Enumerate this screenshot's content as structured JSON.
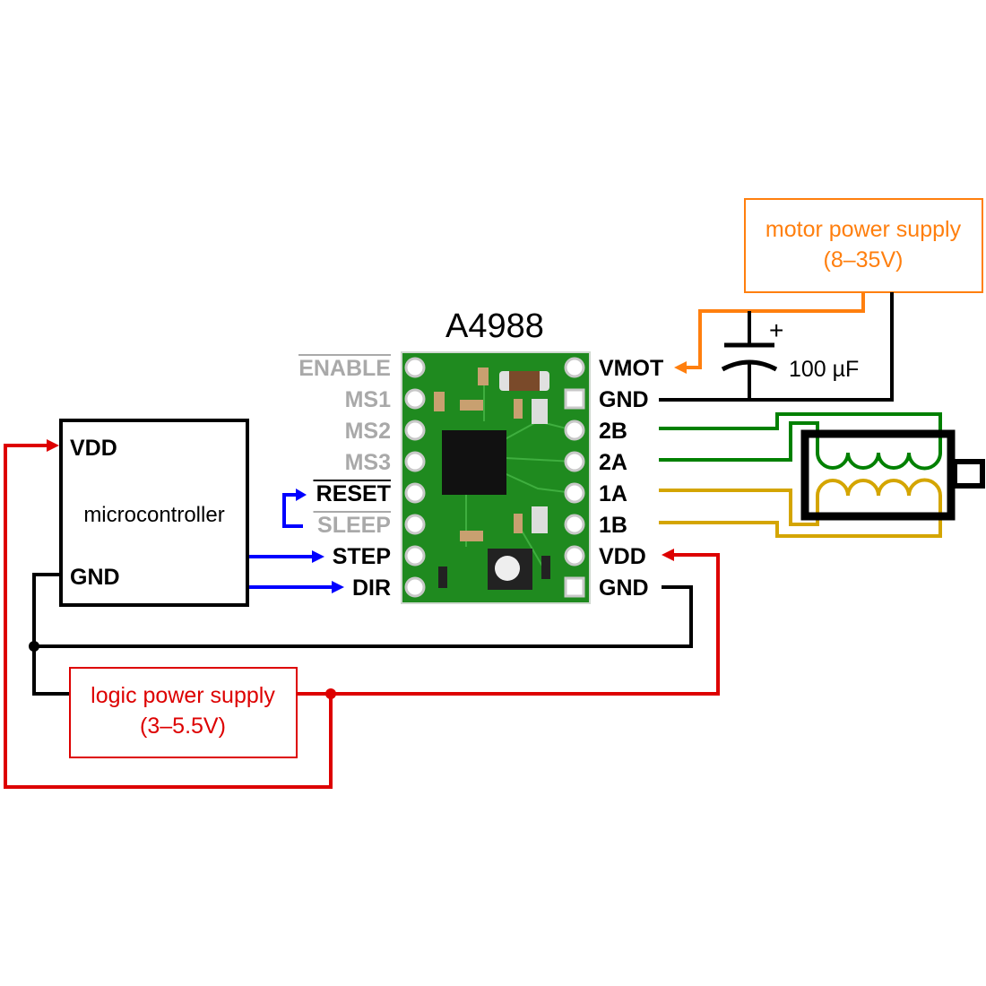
{
  "chip_title": "A4988",
  "left_pins": [
    {
      "label": "ENABLE",
      "overline": true,
      "active": false
    },
    {
      "label": "MS1",
      "overline": false,
      "active": false
    },
    {
      "label": "MS2",
      "overline": false,
      "active": false
    },
    {
      "label": "MS3",
      "overline": false,
      "active": false
    },
    {
      "label": "RESET",
      "overline": true,
      "active": true
    },
    {
      "label": "SLEEP",
      "overline": true,
      "active": false
    },
    {
      "label": "STEP",
      "overline": false,
      "active": true
    },
    {
      "label": "DIR",
      "overline": false,
      "active": true
    }
  ],
  "right_pins": [
    "VMOT",
    "GND",
    "2B",
    "2A",
    "1A",
    "1B",
    "VDD",
    "GND"
  ],
  "microcontroller": {
    "name": "microcontroller",
    "vdd": "VDD",
    "gnd": "GND"
  },
  "motor_supply": {
    "line1": "motor power supply",
    "line2": "(8–35V)"
  },
  "logic_supply": {
    "line1": "logic power supply",
    "line2": "(3–5.5V)"
  },
  "capacitor": {
    "value": "100 µF",
    "polarity": "+"
  },
  "colors": {
    "motor_power": "#ff7f0e",
    "logic_power": "#dd0000",
    "control": "#0000ff",
    "coil_b": "#008000",
    "coil_a": "#d4a500",
    "board": "#1f8a1f"
  }
}
